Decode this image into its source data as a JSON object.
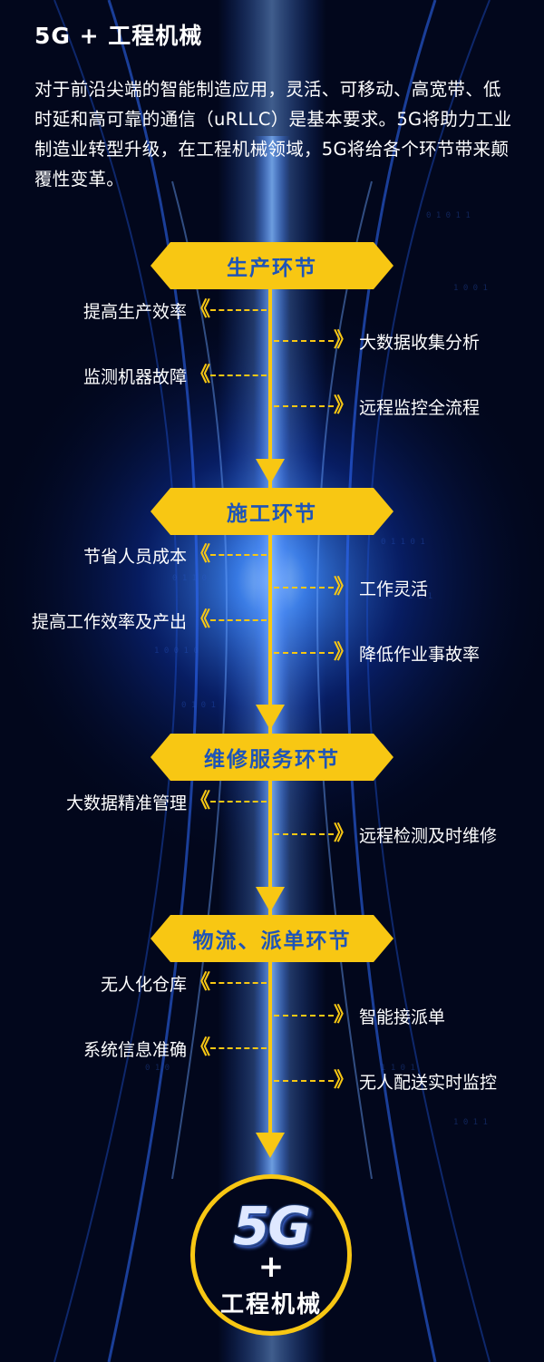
{
  "header": {
    "title": "5G + 工程机械",
    "intro": "对于前沿尖端的智能制造应用，灵活、可移动、高宽带、低时延和高可靠的通信（uRLLC）是基本要求。5G将助力工业制造业转型升级，在工程机械领域，5G将给各个环节带来颠覆性变革。"
  },
  "colors": {
    "accent": "#f8c713",
    "banner_text": "#1e54b8",
    "background": "#02071c",
    "glow": "#1f63ff"
  },
  "stages": [
    {
      "label": "生产环节",
      "left": [
        "提高生产效率",
        "监测机器故障"
      ],
      "right": [
        "大数据收集分析",
        "远程监控全流程"
      ]
    },
    {
      "label": "施工环节",
      "left": [
        "节省人员成本",
        "提高工作效率及产出"
      ],
      "right": [
        "工作灵活",
        "降低作业事故率"
      ]
    },
    {
      "label": "维修服务环节",
      "left": [
        "大数据精准管理"
      ],
      "right": [
        "远程检测及时维修"
      ]
    },
    {
      "label": "物流、派单环节",
      "left": [
        "无人化仓库",
        "系统信息准确"
      ],
      "right": [
        "智能接派单",
        "无人配送实时监控"
      ]
    }
  ],
  "badge": {
    "logo_text": "5G",
    "plus": "+",
    "label": "工程机械"
  }
}
